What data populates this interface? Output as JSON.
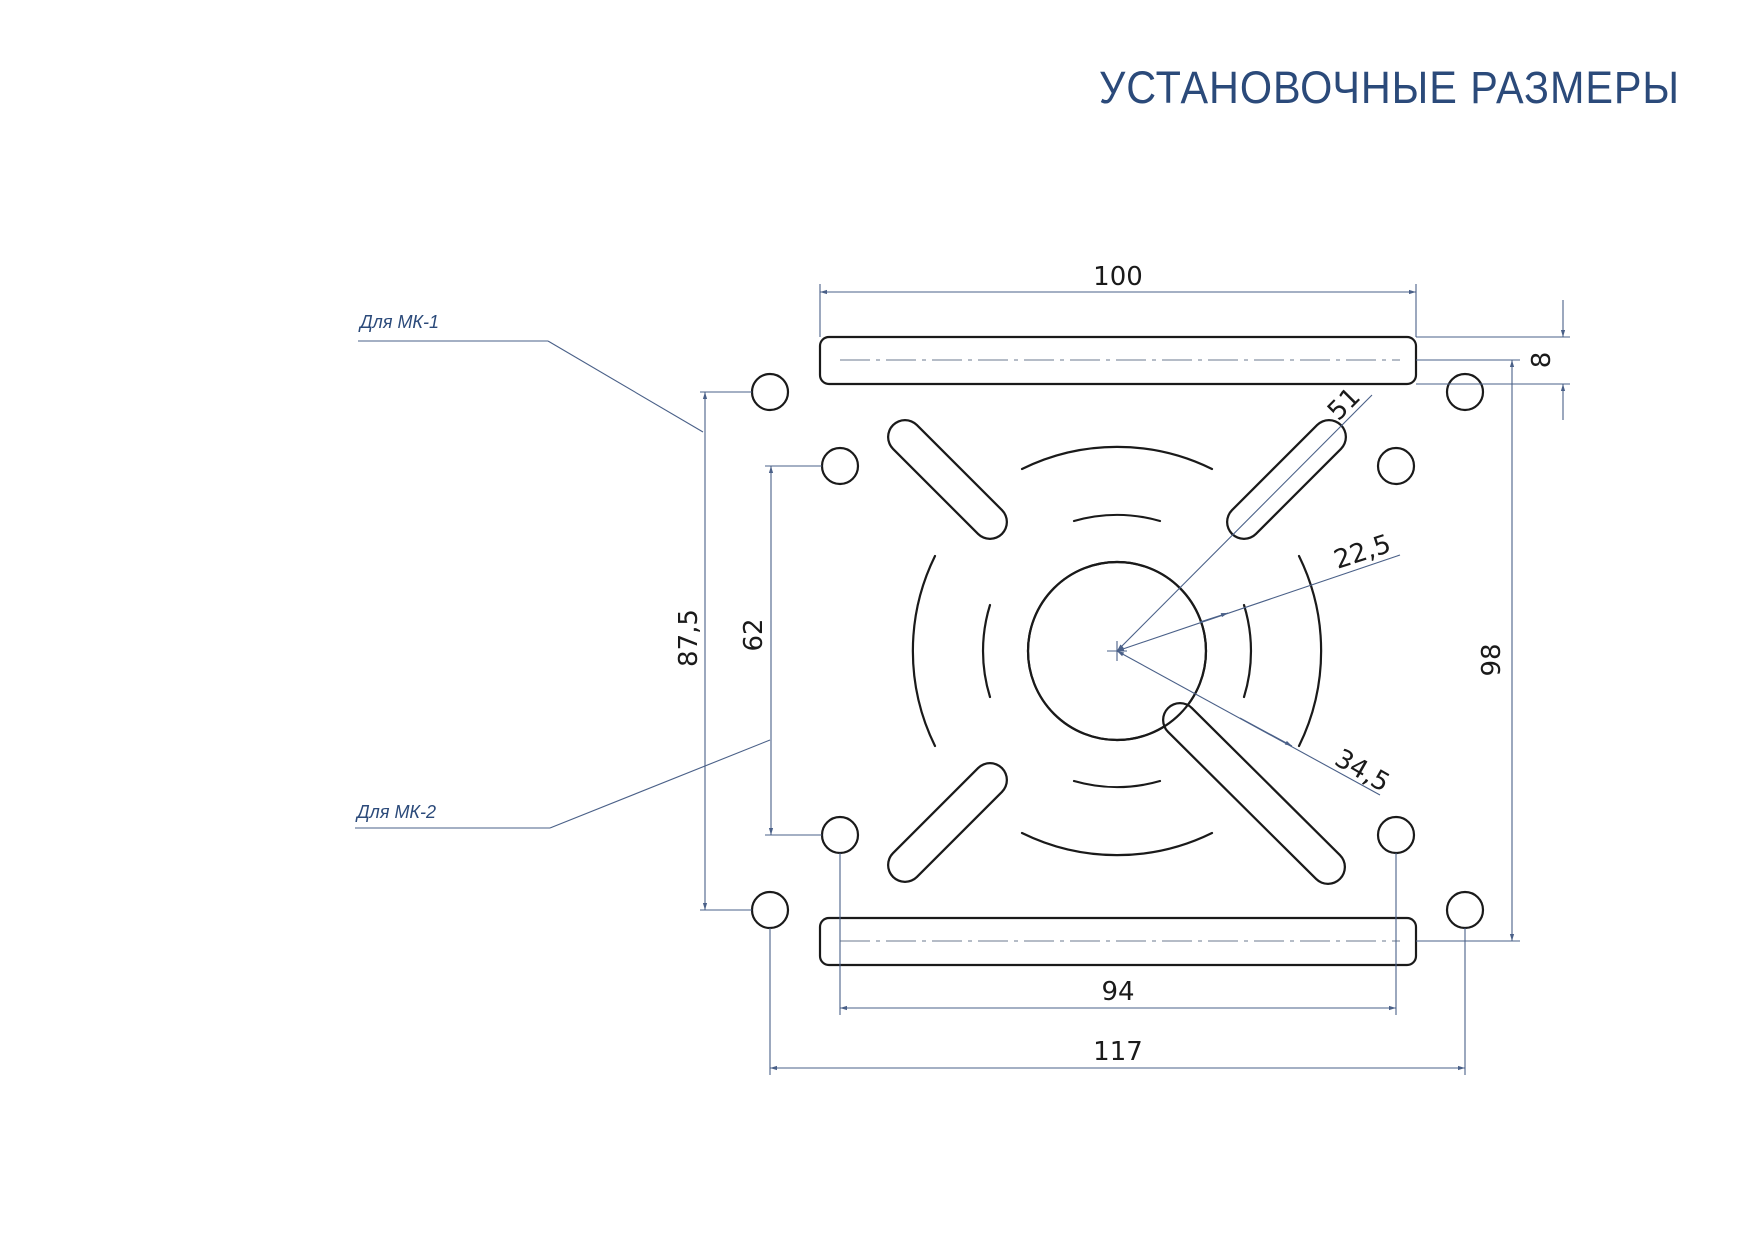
{
  "title": "УСТАНОВОЧНЫЕ РАЗМЕРЫ",
  "notes": {
    "mk1": "Для МК-1",
    "mk2": "Для МК-2"
  },
  "dimensions": {
    "top_width": "100",
    "slot_height": "8",
    "radius_outer": "51",
    "radius_inner": "22,5",
    "radius_mid": "34,5",
    "height_outer": "87,5",
    "height_inner": "62",
    "height_right": "98",
    "bottom_inner": "94",
    "bottom_outer": "117"
  },
  "colors": {
    "accent": "#2b4a7a",
    "line": "#1a1a1a",
    "dimension": "#4a6088"
  }
}
